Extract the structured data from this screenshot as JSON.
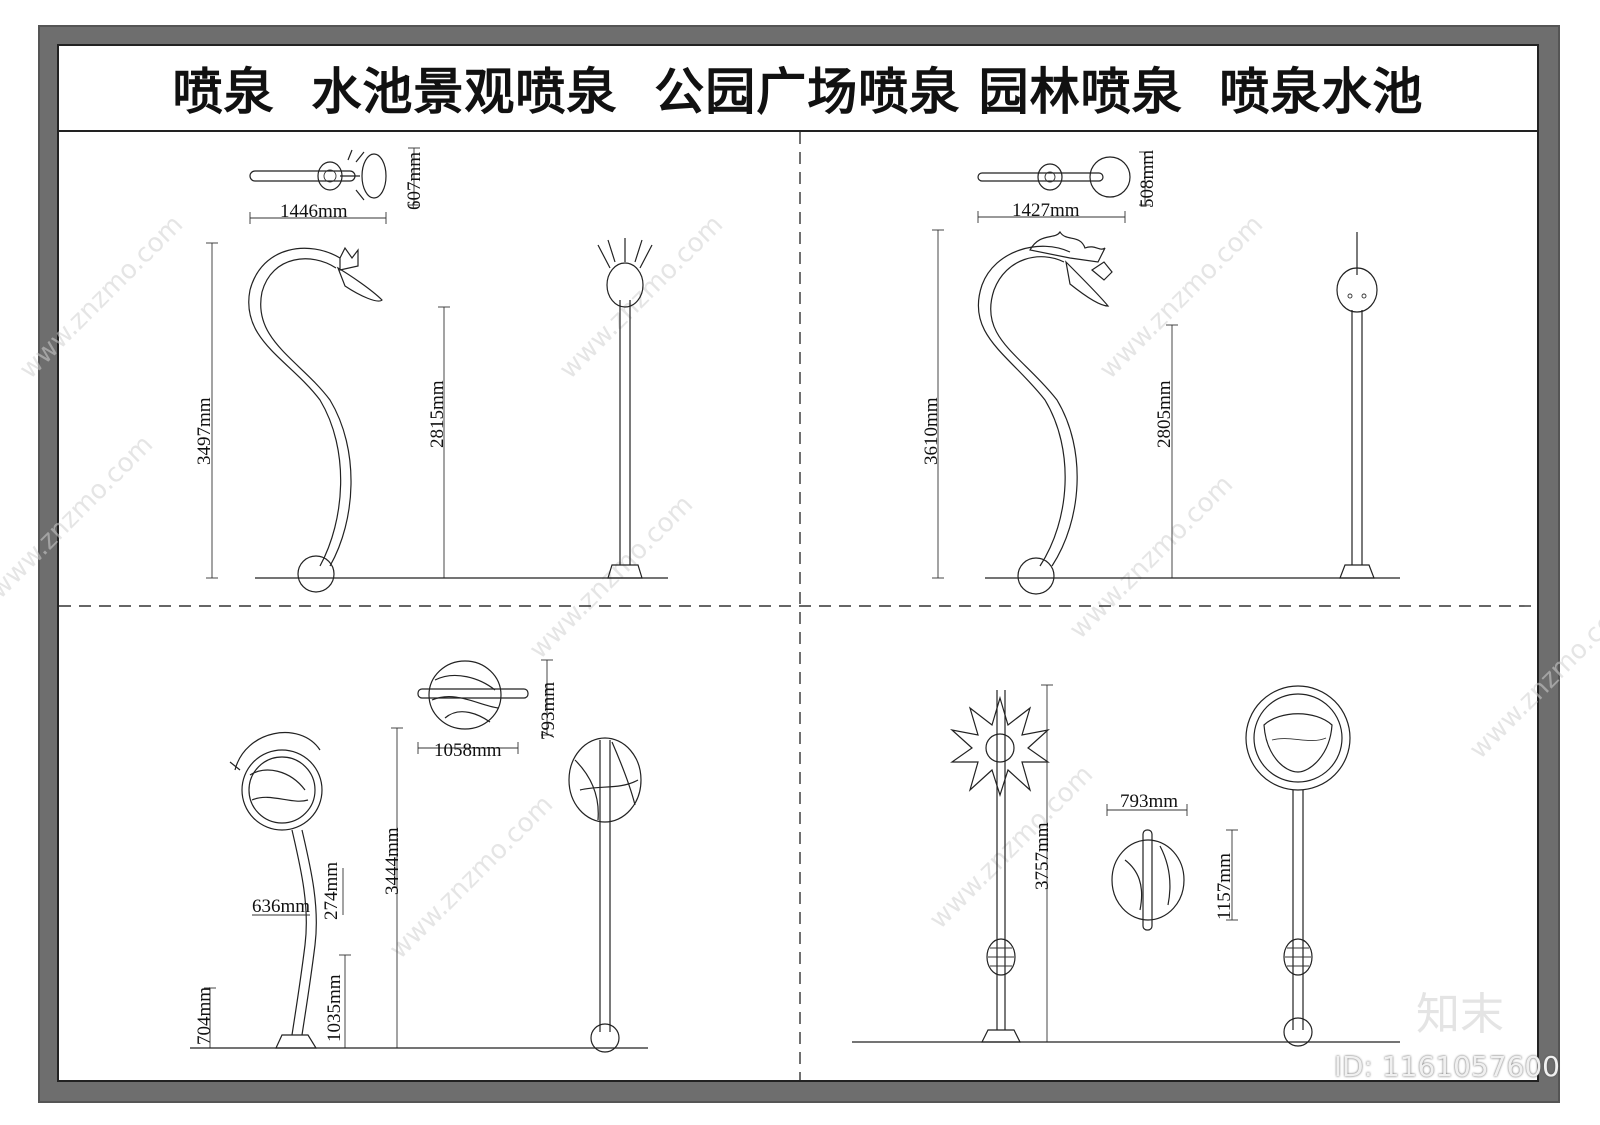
{
  "title": "喷泉  水池景观喷泉  公园广场喷泉 园林喷泉  喷泉水池",
  "watermark": "www.znzmo.com",
  "brand": "知末",
  "id_label": "ID: 1161057600",
  "colors": {
    "frame": "#6e6e6e",
    "line": "#222222",
    "background": "#ffffff"
  },
  "panels": [
    {
      "name": "top-left",
      "dims": {
        "top_width": "1446mm",
        "top_height": "607mm",
        "total_height": "3497mm",
        "pole_height": "2815mm"
      }
    },
    {
      "name": "top-right",
      "dims": {
        "top_width": "1427mm",
        "top_height": "508mm",
        "total_height": "3610mm",
        "pole_height": "2805mm"
      }
    },
    {
      "name": "bottom-left",
      "dims": {
        "top_width": "1058mm",
        "top_height": "793mm",
        "total_height": "3444mm",
        "arm_width": "636mm",
        "arm_height": "274mm",
        "base_height": "704mm",
        "stem_height": "1035mm"
      }
    },
    {
      "name": "bottom-right",
      "dims": {
        "top_width": "793mm",
        "total_height": "3757mm",
        "lamp_height": "1157mm"
      }
    }
  ]
}
